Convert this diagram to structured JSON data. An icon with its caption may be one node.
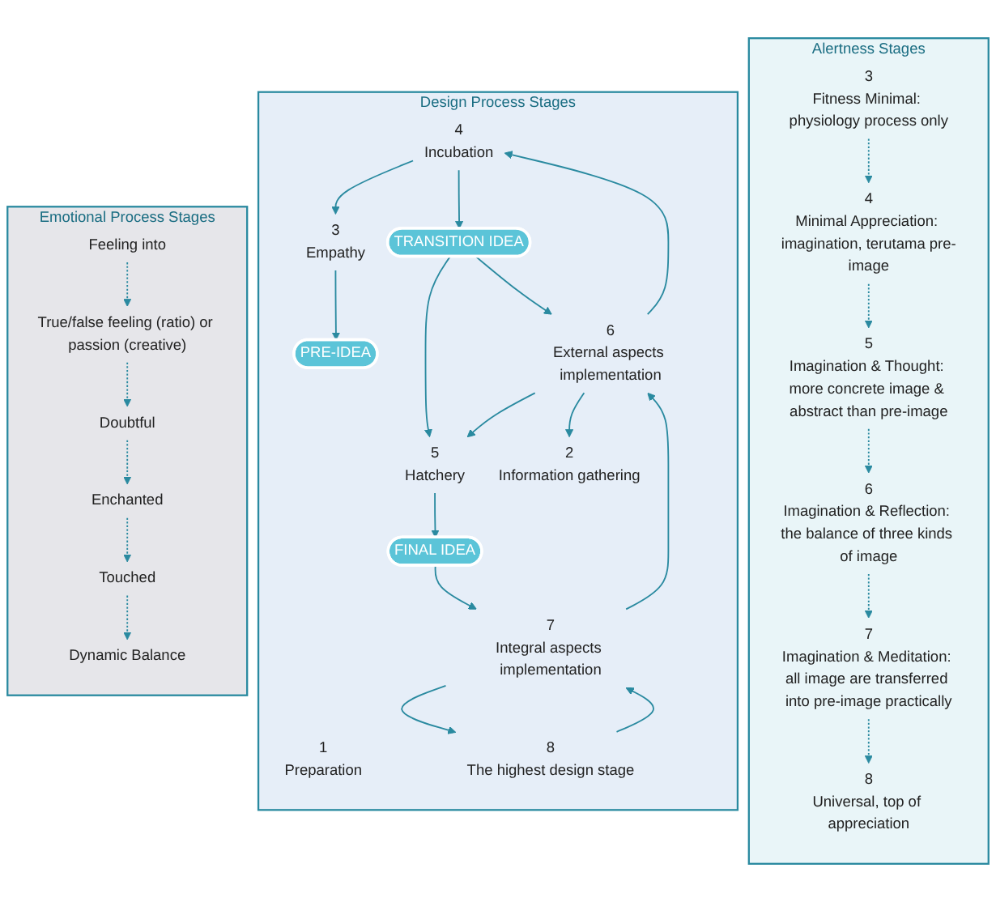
{
  "diagram": {
    "nodes": [
      {
        "text": [
          "Alertness Stages"
        ]
      },
      {
        "text": [
          "3",
          "Fitness Minimal: physiology process only"
        ],
        "in": 0
      },
      {
        "text": [
          "4",
          "Minimal Appreciation: imagination, terutama pre-image"
        ],
        "in": 0
      },
      {
        "text": [
          "5",
          "Imagination & Thought: more concrete image & abstract than pre-image"
        ],
        "in": 0
      },
      {
        "text": [
          "6",
          "Imagination & Reflection: the balance of three kinds of image"
        ],
        "in": 0
      },
      {
        "text": [
          "7",
          "Imagination & Meditation: all image are transferred into pre-image practically"
        ],
        "in": 0
      },
      {
        "text": [
          "8",
          "Universal, top of appreciation"
        ],
        "in": 0
      },
      {
        "text": [
          "Design Process Stages"
        ]
      },
      {
        "text": [
          "1",
          "Preparation"
        ],
        "in": 7
      },
      {
        "text": [
          "2",
          "Information gathering"
        ],
        "in": 7
      },
      {
        "text": [
          "3",
          "Empathy"
        ],
        "in": 7
      },
      {
        "text": [
          "PRE-IDEA"
        ],
        "in": 7
      },
      {
        "text": [
          "4",
          "Incubation"
        ],
        "in": 7
      },
      {
        "text": [
          "TRANSITION IDEA"
        ],
        "in": 7
      },
      {
        "text": [
          "6",
          "External aspects implementation"
        ],
        "in": 7
      },
      {
        "text": [
          "5",
          "Hatchery"
        ],
        "in": 7
      },
      {
        "text": [
          "FINAL IDEA"
        ],
        "in": 7
      },
      {
        "text": [
          "7",
          "Integral aspects implementation"
        ],
        "in": 7
      },
      {
        "text": [
          "8",
          "The highest design stage"
        ],
        "in": 7
      },
      {
        "text": [
          "Emotional Process Stages"
        ]
      },
      {
        "text": [
          "Feeling into"
        ],
        "in": 19
      },
      {
        "text": [
          "True/false feeling (ratio) or passion (creative)"
        ],
        "in": 19
      },
      {
        "text": [
          "Doubtful"
        ],
        "in": 19
      },
      {
        "text": [
          "Enchanted"
        ],
        "in": 19
      },
      {
        "text": [
          "Touched"
        ],
        "in": 19
      },
      {
        "text": [
          "Dynamic Balance"
        ],
        "in": 19
      }
    ],
    "edges": [
      {
        "from": 1,
        "to": 2,
        "arrow": "to",
        "style": "dashed"
      },
      {
        "from": 2,
        "to": 3,
        "arrow": "to",
        "style": "dashed"
      },
      {
        "from": 3,
        "to": 4,
        "arrow": "to",
        "style": "dashed"
      },
      {
        "from": 4,
        "to": 5,
        "arrow": "to",
        "style": "dashed"
      },
      {
        "from": 5,
        "to": 6,
        "arrow": "to",
        "style": "dashed"
      },
      {
        "from": 10,
        "to": 11,
        "arrow": "to"
      },
      {
        "from": 12,
        "to": 13,
        "arrow": "to"
      },
      {
        "from": 13,
        "to": 14,
        "arrow": "to"
      },
      {
        "from": 13,
        "to": 15,
        "arrow": "to"
      },
      {
        "from": 14,
        "to": 15,
        "arrow": "to"
      },
      {
        "from": 15,
        "to": 16,
        "arrow": "to"
      },
      {
        "from": 16,
        "to": 17,
        "arrow": "to"
      },
      {
        "from": 17,
        "to": 18,
        "arrow": "to"
      },
      {
        "from": 18,
        "to": 17,
        "arrow": "to"
      },
      {
        "from": 17,
        "to": 14,
        "arrow": "to"
      },
      {
        "from": 14,
        "to": 12,
        "arrow": "to"
      },
      {
        "from": 12,
        "to": 10,
        "arrow": "to"
      },
      {
        "from": 14,
        "to": 9,
        "arrow": "to"
      },
      {
        "from": 20,
        "to": 21,
        "arrow": "to",
        "style": "dashed"
      },
      {
        "from": 21,
        "to": 22,
        "arrow": "to",
        "style": "dashed"
      },
      {
        "from": 22,
        "to": 23,
        "arrow": "to",
        "style": "dashed"
      },
      {
        "from": 23,
        "to": 24,
        "arrow": "to",
        "style": "dashed"
      },
      {
        "from": 24,
        "to": 25,
        "arrow": "to",
        "style": "dashed"
      }
    ]
  }
}
